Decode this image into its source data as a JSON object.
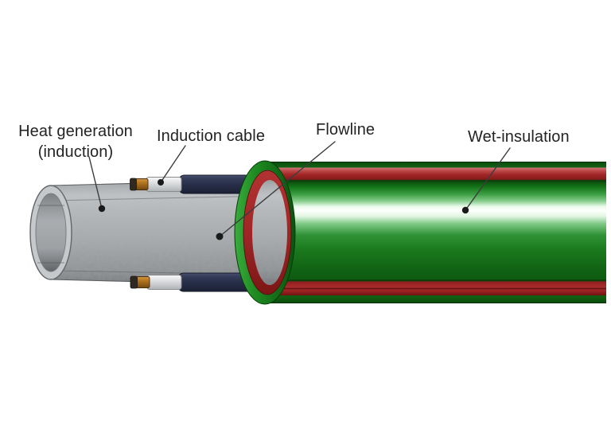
{
  "figure": {
    "kind": "technical-illustration"
  },
  "labels": {
    "heat_generation_line1": "Heat generation",
    "heat_generation_line2": "(induction)",
    "induction_cable": "Induction cable",
    "flowline": "Flowline",
    "wet_insulation": "Wet-insulation"
  },
  "colors": {
    "background": "#FFFFFF",
    "insulation_green_dark": "#0E5E12",
    "insulation_highlight": "#FBFFFB",
    "liner_red": "#9E2424",
    "cable_navy": "#272E47",
    "cable_sleeve_white": "#E8E9EA",
    "cable_conductor_copper": "#A86A1E",
    "pipe_gray": "#A9ADB0",
    "label_text": "#232323",
    "leader_line": "#3C3C3C",
    "marker_dot": "#1A1A1A"
  }
}
